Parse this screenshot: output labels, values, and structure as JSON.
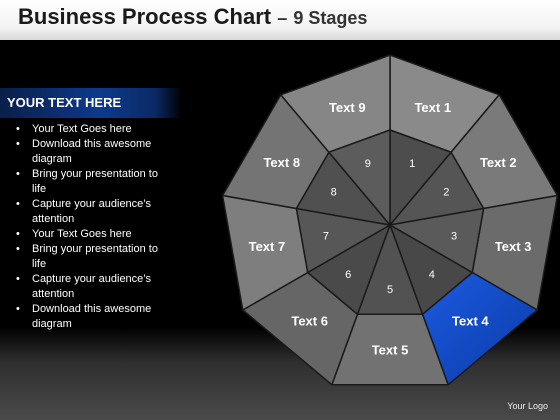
{
  "header": {
    "title": "Business Process Chart",
    "separator": "–",
    "subtitle": "9 Stages"
  },
  "sidebar": {
    "title": "YOUR TEXT HERE",
    "bullets": [
      "Your Text Goes here",
      "Download this awesome diagram",
      "Bring your presentation to life",
      "Capture your audience’s attention",
      "Your Text Goes here",
      "Bring your presentation to life",
      "Capture your audience’s attention",
      "Download this awesome diagram"
    ]
  },
  "diagram": {
    "highlight_color": "#0b3aa6",
    "segment_color": "#6e6e6e",
    "highlighted_stage": 4,
    "stages": [
      {
        "number": "1",
        "label": "Text 1"
      },
      {
        "number": "2",
        "label": "Text 2"
      },
      {
        "number": "3",
        "label": "Text 3"
      },
      {
        "number": "4",
        "label": "Text 4"
      },
      {
        "number": "5",
        "label": "Text 5"
      },
      {
        "number": "6",
        "label": "Text 6"
      },
      {
        "number": "7",
        "label": "Text 7"
      },
      {
        "number": "8",
        "label": "Text 8"
      },
      {
        "number": "9",
        "label": "Text 9"
      }
    ]
  },
  "footer": {
    "logo_text": "Your Logo"
  }
}
